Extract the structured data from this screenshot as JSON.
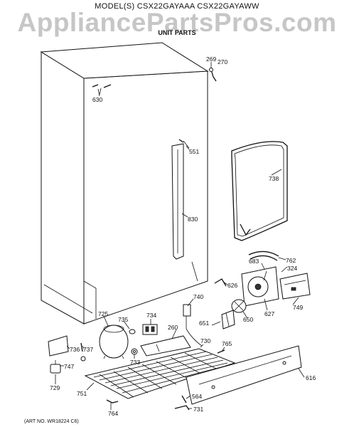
{
  "header": {
    "model_line": "MODEL(S) CSX22GAYAAA  CSX22GAYAWW",
    "watermark": "AppliancePartsPros.com",
    "section_title": "UNIT PARTS"
  },
  "art_number": "(ART NO. WR18224 C6)",
  "callouts": {
    "c269": "269",
    "c270": "270",
    "c630": "630",
    "c551": "551",
    "c738": "738",
    "c830": "830",
    "c762": "762",
    "c683": "683",
    "c324": "324",
    "c740": "740",
    "c626": "626",
    "c749": "749",
    "c627": "627",
    "c725": "725",
    "c735": "735",
    "c734": "734",
    "c260": "260",
    "c651": "651",
    "c650": "650",
    "c736": "736",
    "c737": "737",
    "c733": "733",
    "c730": "730",
    "c765": "765",
    "c747": "747",
    "c729": "729",
    "c751": "751",
    "c764": "764",
    "c564": "564",
    "c731": "731",
    "c616": "616"
  }
}
